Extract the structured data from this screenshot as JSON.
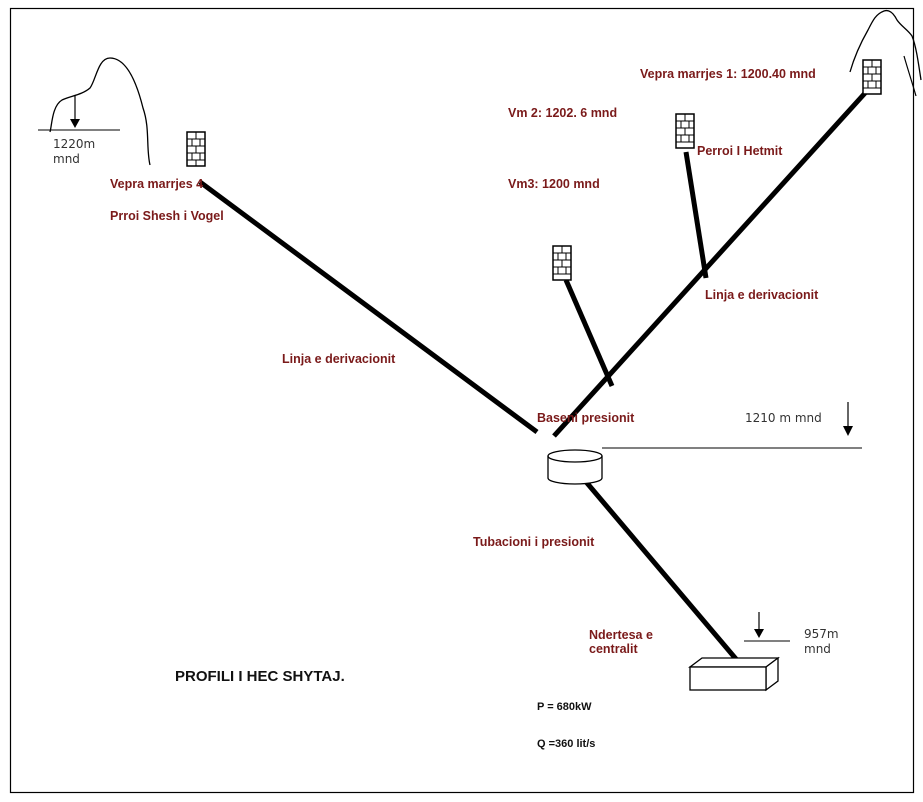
{
  "title": "PROFILI I HEC SHYTAJ.",
  "intakes": {
    "vm1": "Vepra marrjes 1: 1200.40 mnd",
    "vm2": "Vm 2: 1202. 6 mnd",
    "vm3": "Vm3: 1200 mnd",
    "vm4": "Vepra marrjes 4",
    "vm4_stream": "Prroi Shesh i Vogel",
    "vm2_stream": "Perroi I Hetmit"
  },
  "lines": {
    "derivation_left": "Linja e derivacionit",
    "derivation_right": "Linja e derivacionit",
    "penstock": "Tubacioni i presionit"
  },
  "basin": {
    "label": "Baseni presionit",
    "elevation": "1210 m mnd"
  },
  "powerhouse": {
    "label_line1": "Ndertesa e",
    "label_line2": "centralit",
    "elevation_line1": "957m",
    "elevation_line2": "mnd"
  },
  "mountain_left": {
    "elevation_line1": "1220m",
    "elevation_line2": "mnd"
  },
  "specs": {
    "power": "P = 680kW",
    "flow": "Q =360 lit/s"
  },
  "colors": {
    "label": "#7a1a1a",
    "line": "#000000",
    "text": "#333333"
  }
}
